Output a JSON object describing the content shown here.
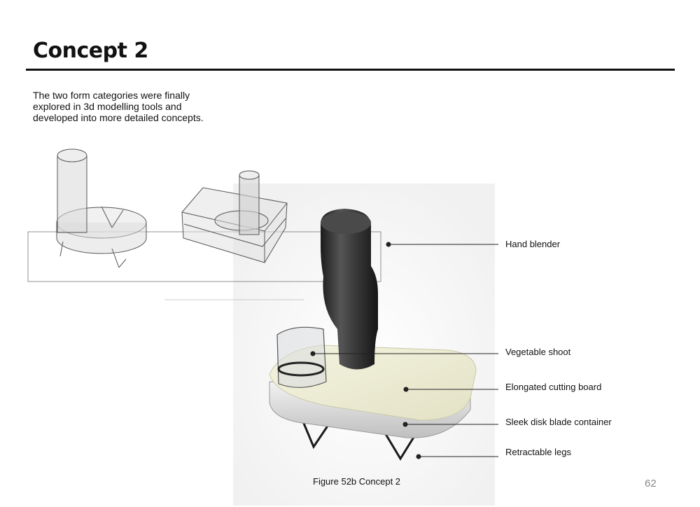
{
  "page": {
    "title": "Concept 2",
    "intro_lines": [
      "The two form categories were finally",
      "explored in 3d modelling tools and",
      "developed into more detailed concepts."
    ],
    "caption": "Figure 52b Concept 2",
    "page_number": "62"
  },
  "callouts": [
    {
      "label": "Hand blender"
    },
    {
      "label": "Vegetable shoot"
    },
    {
      "label": "Elongated cutting board"
    },
    {
      "label": "Sleek disk blade container"
    },
    {
      "label": "Retractable legs"
    }
  ],
  "colors": {
    "rule": "#111111",
    "board": "#ecebd2",
    "handle": "#2f2f2f",
    "wire": "#555555"
  }
}
